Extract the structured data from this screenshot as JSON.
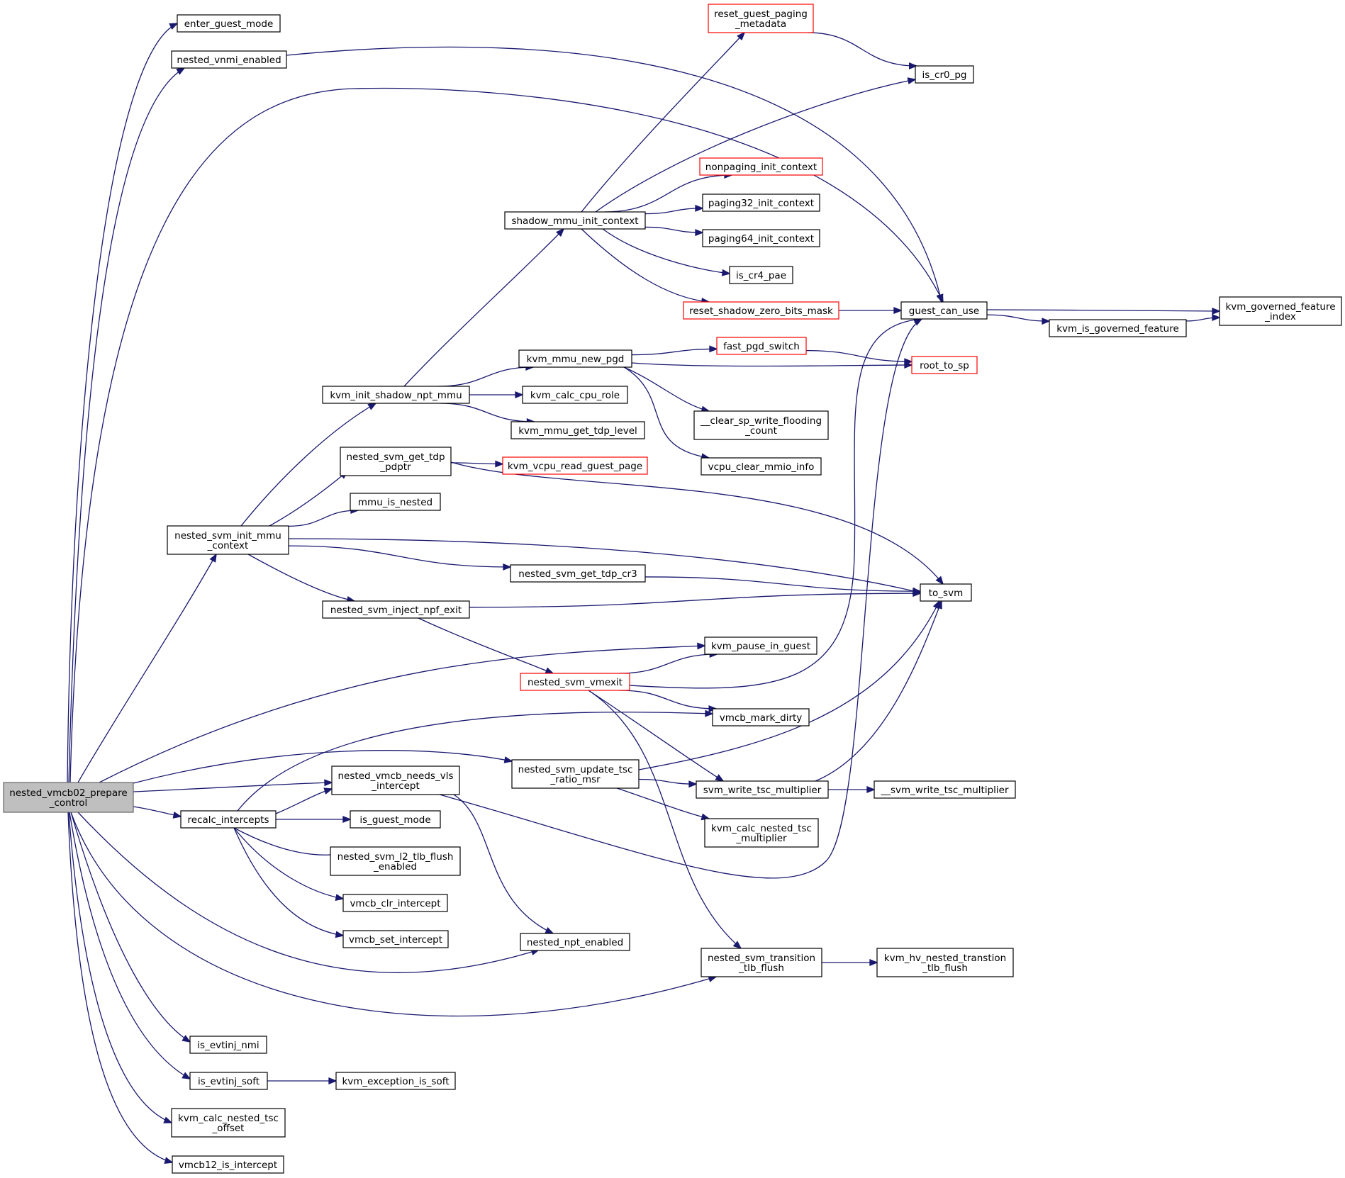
{
  "colors": {
    "edge": "#191970",
    "node_border": "#000000",
    "incomplete_border": "#ff0000",
    "root_fill": "#bfbfbf",
    "root_border": "#666666"
  },
  "nodes": {
    "nested_vmcb02_prepare_control": {
      "lines": [
        "nested_vmcb02_prepare",
        "_control"
      ],
      "style": "root"
    },
    "enter_guest_mode": {
      "lines": [
        "enter_guest_mode"
      ],
      "style": "normal"
    },
    "nested_vnmi_enabled": {
      "lines": [
        "nested_vnmi_enabled"
      ],
      "style": "normal"
    },
    "reset_guest_paging_metadata": {
      "lines": [
        "reset_guest_paging",
        "_metadata"
      ],
      "style": "red"
    },
    "is_cr0_pg": {
      "lines": [
        "is_cr0_pg"
      ],
      "style": "normal"
    },
    "nonpaging_init_context": {
      "lines": [
        "nonpaging_init_context"
      ],
      "style": "red"
    },
    "paging32_init_context": {
      "lines": [
        "paging32_init_context"
      ],
      "style": "normal"
    },
    "paging64_init_context": {
      "lines": [
        "paging64_init_context"
      ],
      "style": "normal"
    },
    "shadow_mmu_init_context": {
      "lines": [
        "shadow_mmu_init_context"
      ],
      "style": "normal"
    },
    "is_cr4_pae": {
      "lines": [
        "is_cr4_pae"
      ],
      "style": "normal"
    },
    "reset_shadow_zero_bits_mask": {
      "lines": [
        "reset_shadow_zero_bits_mask"
      ],
      "style": "red"
    },
    "guest_can_use": {
      "lines": [
        "guest_can_use"
      ],
      "style": "normal"
    },
    "kvm_governed_feature_index": {
      "lines": [
        "kvm_governed_feature",
        "_index"
      ],
      "style": "normal"
    },
    "kvm_is_governed_feature": {
      "lines": [
        "kvm_is_governed_feature"
      ],
      "style": "normal"
    },
    "fast_pgd_switch": {
      "lines": [
        "fast_pgd_switch"
      ],
      "style": "red"
    },
    "root_to_sp": {
      "lines": [
        "root_to_sp"
      ],
      "style": "red"
    },
    "kvm_mmu_new_pgd": {
      "lines": [
        "kvm_mmu_new_pgd"
      ],
      "style": "normal"
    },
    "kvm_init_shadow_npt_mmu": {
      "lines": [
        "kvm_init_shadow_npt_mmu"
      ],
      "style": "normal"
    },
    "kvm_calc_cpu_role": {
      "lines": [
        "kvm_calc_cpu_role"
      ],
      "style": "normal"
    },
    "kvm_mmu_get_tdp_level": {
      "lines": [
        "kvm_mmu_get_tdp_level"
      ],
      "style": "normal"
    },
    "clear_sp_write_flooding_count": {
      "lines": [
        "__clear_sp_write_flooding",
        "_count"
      ],
      "style": "normal"
    },
    "vcpu_clear_mmio_info": {
      "lines": [
        "vcpu_clear_mmio_info"
      ],
      "style": "normal"
    },
    "nested_svm_get_tdp_pdptr": {
      "lines": [
        "nested_svm_get_tdp",
        "_pdptr"
      ],
      "style": "normal"
    },
    "kvm_vcpu_read_guest_page": {
      "lines": [
        "kvm_vcpu_read_guest_page"
      ],
      "style": "red"
    },
    "mmu_is_nested": {
      "lines": [
        "mmu_is_nested"
      ],
      "style": "normal"
    },
    "nested_svm_init_mmu_context": {
      "lines": [
        "nested_svm_init_mmu",
        "_context"
      ],
      "style": "normal"
    },
    "nested_svm_get_tdp_cr3": {
      "lines": [
        "nested_svm_get_tdp_cr3"
      ],
      "style": "normal"
    },
    "to_svm": {
      "lines": [
        "to_svm"
      ],
      "style": "normal"
    },
    "nested_svm_inject_npf_exit": {
      "lines": [
        "nested_svm_inject_npf_exit"
      ],
      "style": "normal"
    },
    "kvm_pause_in_guest": {
      "lines": [
        "kvm_pause_in_guest"
      ],
      "style": "normal"
    },
    "nested_svm_vmexit": {
      "lines": [
        "nested_svm_vmexit"
      ],
      "style": "red"
    },
    "vmcb_mark_dirty": {
      "lines": [
        "vmcb_mark_dirty"
      ],
      "style": "normal"
    },
    "nested_svm_update_tsc_ratio_msr": {
      "lines": [
        "nested_svm_update_tsc",
        "_ratio_msr"
      ],
      "style": "normal"
    },
    "svm_write_tsc_multiplier": {
      "lines": [
        "svm_write_tsc_multiplier"
      ],
      "style": "normal"
    },
    "svm_write_tsc_multiplier_raw": {
      "lines": [
        "__svm_write_tsc_multiplier"
      ],
      "style": "normal"
    },
    "nested_vmcb_needs_vls_intercept": {
      "lines": [
        "nested_vmcb_needs_vls",
        "_intercept"
      ],
      "style": "normal"
    },
    "recalc_intercepts": {
      "lines": [
        "recalc_intercepts"
      ],
      "style": "normal"
    },
    "is_guest_mode": {
      "lines": [
        "is_guest_mode"
      ],
      "style": "normal"
    },
    "kvm_calc_nested_tsc_multiplier": {
      "lines": [
        "kvm_calc_nested_tsc",
        "_multiplier"
      ],
      "style": "normal"
    },
    "nested_svm_l2_tlb_flush_enabled": {
      "lines": [
        "nested_svm_l2_tlb_flush",
        "_enabled"
      ],
      "style": "normal"
    },
    "vmcb_clr_intercept": {
      "lines": [
        "vmcb_clr_intercept"
      ],
      "style": "normal"
    },
    "vmcb_set_intercept": {
      "lines": [
        "vmcb_set_intercept"
      ],
      "style": "normal"
    },
    "nested_npt_enabled": {
      "lines": [
        "nested_npt_enabled"
      ],
      "style": "normal"
    },
    "nested_svm_transition_tlb_flush": {
      "lines": [
        "nested_svm_transition",
        "_tlb_flush"
      ],
      "style": "normal"
    },
    "kvm_hv_nested_transtion_tlb_flush": {
      "lines": [
        "kvm_hv_nested_transtion",
        "_tlb_flush"
      ],
      "style": "normal"
    },
    "is_evtinj_nmi": {
      "lines": [
        "is_evtinj_nmi"
      ],
      "style": "normal"
    },
    "is_evtinj_soft": {
      "lines": [
        "is_evtinj_soft"
      ],
      "style": "normal"
    },
    "kvm_exception_is_soft": {
      "lines": [
        "kvm_exception_is_soft"
      ],
      "style": "normal"
    },
    "kvm_calc_nested_tsc_offset": {
      "lines": [
        "kvm_calc_nested_tsc",
        "_offset"
      ],
      "style": "normal"
    },
    "vmcb12_is_intercept": {
      "lines": [
        "vmcb12_is_intercept"
      ],
      "style": "normal"
    }
  },
  "edges": [
    [
      "nested_vmcb02_prepare_control",
      "enter_guest_mode"
    ],
    [
      "nested_vmcb02_prepare_control",
      "nested_vnmi_enabled"
    ],
    [
      "nested_vmcb02_prepare_control",
      "guest_can_use"
    ],
    [
      "nested_vmcb02_prepare_control",
      "nested_svm_init_mmu_context"
    ],
    [
      "nested_vmcb02_prepare_control",
      "kvm_pause_in_guest"
    ],
    [
      "nested_vmcb02_prepare_control",
      "nested_svm_update_tsc_ratio_msr"
    ],
    [
      "nested_vmcb02_prepare_control",
      "nested_vmcb_needs_vls_intercept"
    ],
    [
      "nested_vmcb02_prepare_control",
      "recalc_intercepts"
    ],
    [
      "nested_vmcb02_prepare_control",
      "nested_npt_enabled"
    ],
    [
      "nested_vmcb02_prepare_control",
      "nested_svm_transition_tlb_flush"
    ],
    [
      "nested_vmcb02_prepare_control",
      "is_evtinj_nmi"
    ],
    [
      "nested_vmcb02_prepare_control",
      "is_evtinj_soft"
    ],
    [
      "nested_vmcb02_prepare_control",
      "kvm_calc_nested_tsc_offset"
    ],
    [
      "nested_vmcb02_prepare_control",
      "vmcb12_is_intercept"
    ],
    [
      "nested_vnmi_enabled",
      "guest_can_use"
    ],
    [
      "reset_guest_paging_metadata",
      "is_cr0_pg"
    ],
    [
      "shadow_mmu_init_context",
      "reset_guest_paging_metadata"
    ],
    [
      "shadow_mmu_init_context",
      "is_cr0_pg"
    ],
    [
      "shadow_mmu_init_context",
      "nonpaging_init_context"
    ],
    [
      "shadow_mmu_init_context",
      "paging32_init_context"
    ],
    [
      "shadow_mmu_init_context",
      "paging64_init_context"
    ],
    [
      "shadow_mmu_init_context",
      "is_cr4_pae"
    ],
    [
      "shadow_mmu_init_context",
      "reset_shadow_zero_bits_mask"
    ],
    [
      "reset_shadow_zero_bits_mask",
      "guest_can_use"
    ],
    [
      "guest_can_use",
      "kvm_governed_feature_index"
    ],
    [
      "guest_can_use",
      "kvm_is_governed_feature"
    ],
    [
      "kvm_is_governed_feature",
      "kvm_governed_feature_index"
    ],
    [
      "fast_pgd_switch",
      "root_to_sp"
    ],
    [
      "kvm_mmu_new_pgd",
      "fast_pgd_switch"
    ],
    [
      "kvm_mmu_new_pgd",
      "root_to_sp"
    ],
    [
      "kvm_mmu_new_pgd",
      "clear_sp_write_flooding_count"
    ],
    [
      "kvm_mmu_new_pgd",
      "vcpu_clear_mmio_info"
    ],
    [
      "kvm_init_shadow_npt_mmu",
      "shadow_mmu_init_context"
    ],
    [
      "kvm_init_shadow_npt_mmu",
      "kvm_mmu_new_pgd"
    ],
    [
      "kvm_init_shadow_npt_mmu",
      "kvm_calc_cpu_role"
    ],
    [
      "kvm_init_shadow_npt_mmu",
      "kvm_mmu_get_tdp_level"
    ],
    [
      "nested_svm_get_tdp_pdptr",
      "kvm_vcpu_read_guest_page"
    ],
    [
      "nested_svm_get_tdp_pdptr",
      "to_svm"
    ],
    [
      "nested_svm_init_mmu_context",
      "kvm_init_shadow_npt_mmu"
    ],
    [
      "nested_svm_init_mmu_context",
      "nested_svm_get_tdp_pdptr"
    ],
    [
      "nested_svm_init_mmu_context",
      "mmu_is_nested"
    ],
    [
      "nested_svm_init_mmu_context",
      "to_svm"
    ],
    [
      "nested_svm_init_mmu_context",
      "nested_svm_get_tdp_cr3"
    ],
    [
      "nested_svm_init_mmu_context",
      "nested_svm_inject_npf_exit"
    ],
    [
      "nested_svm_get_tdp_cr3",
      "to_svm"
    ],
    [
      "nested_svm_inject_npf_exit",
      "to_svm"
    ],
    [
      "nested_svm_inject_npf_exit",
      "nested_svm_vmexit"
    ],
    [
      "nested_svm_vmexit",
      "kvm_pause_in_guest"
    ],
    [
      "nested_svm_vmexit",
      "guest_can_use"
    ],
    [
      "nested_svm_vmexit",
      "vmcb_mark_dirty"
    ],
    [
      "nested_svm_vmexit",
      "svm_write_tsc_multiplier"
    ],
    [
      "nested_svm_vmexit",
      "nested_svm_transition_tlb_flush"
    ],
    [
      "nested_svm_update_tsc_ratio_msr",
      "to_svm"
    ],
    [
      "nested_svm_update_tsc_ratio_msr",
      "svm_write_tsc_multiplier"
    ],
    [
      "nested_svm_update_tsc_ratio_msr",
      "kvm_calc_nested_tsc_multiplier"
    ],
    [
      "svm_write_tsc_multiplier",
      "to_svm"
    ],
    [
      "svm_write_tsc_multiplier",
      "svm_write_tsc_multiplier_raw"
    ],
    [
      "nested_vmcb_needs_vls_intercept",
      "guest_can_use"
    ],
    [
      "nested_vmcb_needs_vls_intercept",
      "nested_npt_enabled"
    ],
    [
      "recalc_intercepts",
      "vmcb_mark_dirty"
    ],
    [
      "recalc_intercepts",
      "nested_vmcb_needs_vls_intercept"
    ],
    [
      "recalc_intercepts",
      "is_guest_mode"
    ],
    [
      "recalc_intercepts",
      "nested_svm_l2_tlb_flush_enabled"
    ],
    [
      "recalc_intercepts",
      "vmcb_clr_intercept"
    ],
    [
      "recalc_intercepts",
      "vmcb_set_intercept"
    ],
    [
      "nested_svm_transition_tlb_flush",
      "kvm_hv_nested_transtion_tlb_flush"
    ],
    [
      "is_evtinj_soft",
      "kvm_exception_is_soft"
    ]
  ]
}
